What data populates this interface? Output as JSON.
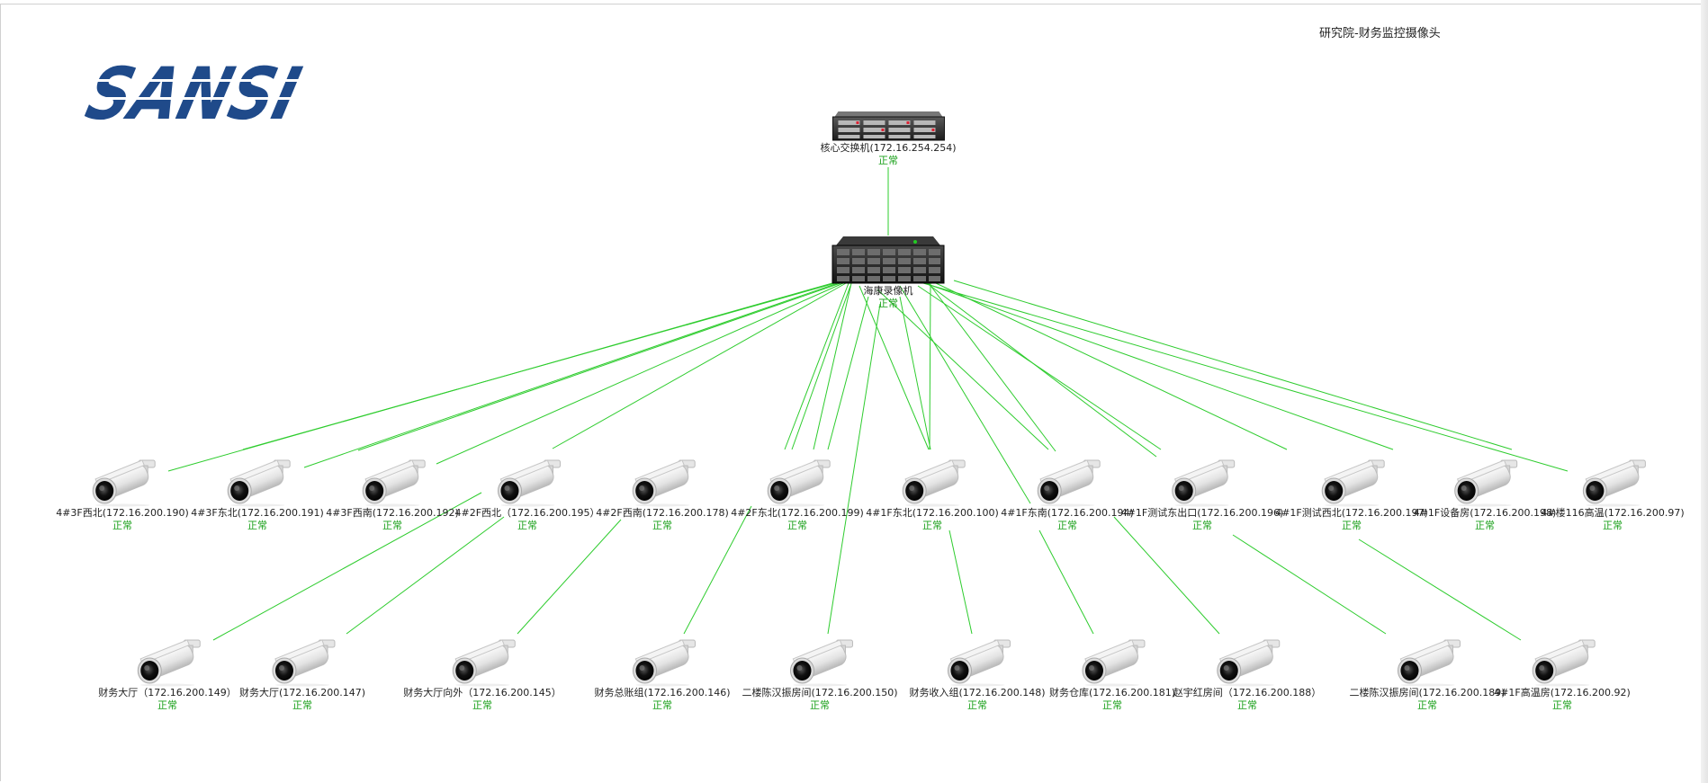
{
  "title": "研究院-财务监控摄像头",
  "logo_text": "SANSI",
  "colors": {
    "link": "#2ecc2e",
    "status": "#1aa01a",
    "logo": "#1f4a8a"
  },
  "switch": {
    "label": "核心交换机(172.16.254.254)",
    "status": "正常",
    "icon": "server-icon"
  },
  "nvr": {
    "label": "海康录像机",
    "status": "正常",
    "icon": "nvr-icon"
  },
  "cameras_row1": [
    {
      "label": "4#3F西北(172.16.200.190)",
      "status": "正常",
      "icon": "camera-icon"
    },
    {
      "label": "4#3F东北(172.16.200.191)",
      "status": "正常",
      "icon": "camera-icon"
    },
    {
      "label": "4#3F西南(172.16.200.192)",
      "status": "正常",
      "icon": "camera-icon"
    },
    {
      "label": "4#2F西北（172.16.200.195）",
      "status": "正常",
      "icon": "camera-icon"
    },
    {
      "label": "4#2F西南(172.16.200.178)",
      "status": "正常",
      "icon": "camera-icon"
    },
    {
      "label": "4#2F东北(172.16.200.199)",
      "status": "正常",
      "icon": "camera-icon"
    },
    {
      "label": "4#1F东北(172.16.200.100)",
      "status": "正常",
      "icon": "camera-icon"
    },
    {
      "label": "4#1F东南(172.16.200.194)",
      "status": "正常",
      "icon": "camera-icon"
    },
    {
      "label": "4#1F测试东出口(172.16.200.196)",
      "status": "正常",
      "icon": "camera-icon"
    },
    {
      "label": "4#1F测试西北(172.16.200.197)",
      "status": "正常",
      "icon": "camera-icon"
    },
    {
      "label": "4#1F设备房(172.16.200.198)",
      "status": "正常",
      "icon": "camera-icon"
    },
    {
      "label": "4#楼116高温(172.16.200.97)",
      "status": "正常",
      "icon": "camera-icon"
    }
  ],
  "cameras_row2": [
    {
      "label": "财务大厅（172.16.200.149）",
      "status": "正常",
      "icon": "camera-icon"
    },
    {
      "label": "财务大厅(172.16.200.147)",
      "status": "正常",
      "icon": "camera-icon"
    },
    {
      "label": "财务大厅向外（172.16.200.145）",
      "status": "正常",
      "icon": "camera-icon"
    },
    {
      "label": "财务总账组(172.16.200.146)",
      "status": "正常",
      "icon": "camera-icon"
    },
    {
      "label": "二楼陈汉振房间(172.16.200.150)",
      "status": "正常",
      "icon": "camera-icon"
    },
    {
      "label": "财务收入组(172.16.200.148)",
      "status": "正常",
      "icon": "camera-icon"
    },
    {
      "label": "财务仓库(172.16.200.181)",
      "status": "正常",
      "icon": "camera-icon"
    },
    {
      "label": "赵宇红房间（172.16.200.188）",
      "status": "正常",
      "icon": "camera-icon"
    },
    {
      "label": "二楼陈汉振房间(172.16.200.189)",
      "status": "正常",
      "icon": "camera-icon"
    },
    {
      "label": "4#1F高温房(172.16.200.92)",
      "status": "正常",
      "icon": "camera-icon"
    }
  ]
}
